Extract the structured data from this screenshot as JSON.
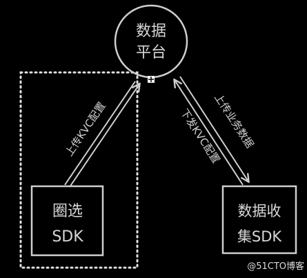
{
  "nodes": {
    "platform": {
      "line1": "数据",
      "line2": "平台"
    },
    "circle_sdk": {
      "line1": "圈选",
      "line2": "SDK"
    },
    "collect_sdk": {
      "line1": "数据收",
      "line2": "集SDK"
    }
  },
  "edges": {
    "upload_kvc": "上传KVC配置",
    "push_kvc": "下发KVC配置",
    "upload_business": "上传业务数据"
  },
  "watermark": "@51CTO博客",
  "colors": {
    "background": "#000000",
    "stroke": "#cfcfcf",
    "text": "#d8d8d8"
  }
}
